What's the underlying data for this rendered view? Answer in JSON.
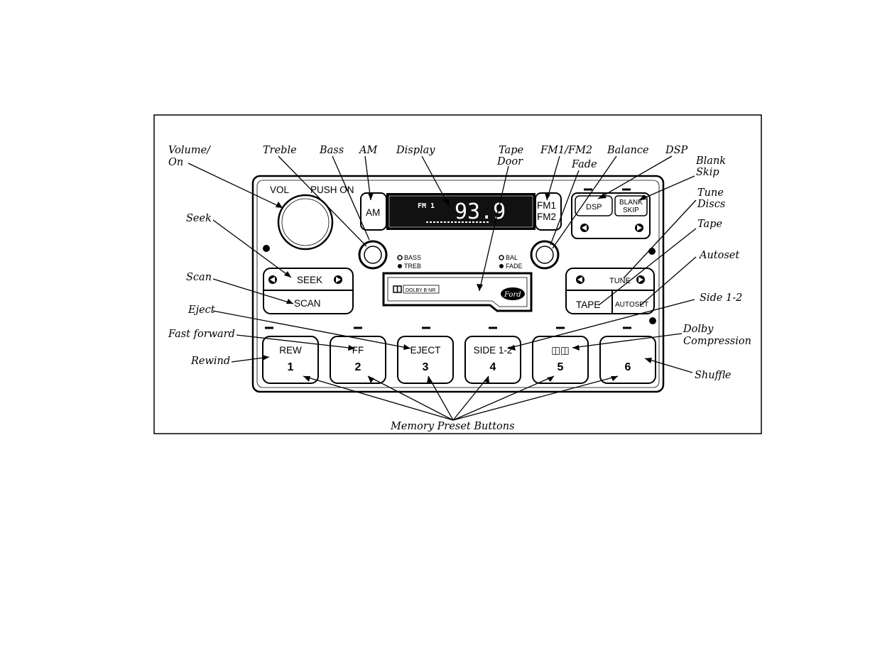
{
  "callouts": {
    "volume_on": [
      "Volume/",
      "On"
    ],
    "treble": "Treble",
    "bass": "Bass",
    "am": "AM",
    "display": "Display",
    "tape_door": [
      "Tape",
      "Door"
    ],
    "fm1fm2": "FM1/FM2",
    "fade": "Fade",
    "balance": "Balance",
    "dsp": "DSP",
    "blank_skip": [
      "Blank",
      "Skip"
    ],
    "tune_discs": [
      "Tune",
      "Discs"
    ],
    "tape": "Tape",
    "autoset": "Autoset",
    "side12": "Side 1-2",
    "dolby_compression": [
      "Dolby",
      "Compression"
    ],
    "shuffle": "Shuffle",
    "seek": "Seek",
    "scan": "Scan",
    "eject": "Eject",
    "fast_forward": "Fast forward",
    "rewind": "Rewind",
    "memory_preset": "Memory  Preset  Buttons"
  },
  "radio": {
    "vol": "VOL",
    "push_on": "PUSH ON",
    "am": "AM",
    "fm1": "FM1",
    "fm2": "FM2",
    "dsp": "DSP",
    "blank": "BLANK",
    "skip": "SKIP",
    "seek": "SEEK",
    "scan": "SCAN",
    "tune": "TUNE",
    "tape": "TAPE",
    "autoset": "AUTOSET",
    "bass": "BASS",
    "treb": "TREB",
    "bal": "BAL",
    "fade": "FADE",
    "display_band": "FM 1",
    "display_freq": "93.9",
    "dolby_label": "DOLBY B NR",
    "brand": "Ford"
  },
  "presets": [
    {
      "label": "REW",
      "number": "1"
    },
    {
      "label": "FF",
      "number": "2"
    },
    {
      "label": "EJECT",
      "number": "3"
    },
    {
      "label": "SIDE 1-2",
      "number": "4"
    },
    {
      "label": "◫◫",
      "number": "5"
    },
    {
      "label": "",
      "number": "6"
    }
  ]
}
